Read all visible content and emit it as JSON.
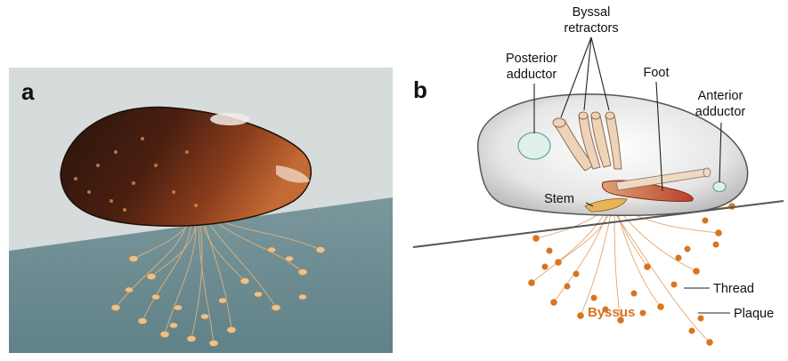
{
  "panel_a": {
    "letter": "a"
  },
  "panel_b": {
    "letter": "b",
    "labels": {
      "byssal_retractors_1": "Byssal",
      "byssal_retractors_2": "retractors",
      "posterior_adductor_1": "Posterior",
      "posterior_adductor_2": "adductor",
      "foot": "Foot",
      "anterior_adductor_1": "Anterior",
      "anterior_adductor_2": "adductor",
      "stem": "Stem",
      "thread": "Thread",
      "plaque": "Plaque",
      "byssus": "Byssus"
    }
  },
  "colors": {
    "byssus_orange": "#d9741f",
    "foot_red": "#b8402a",
    "photo_sky": "#d6dcdb",
    "photo_water": "#6f8e93"
  }
}
